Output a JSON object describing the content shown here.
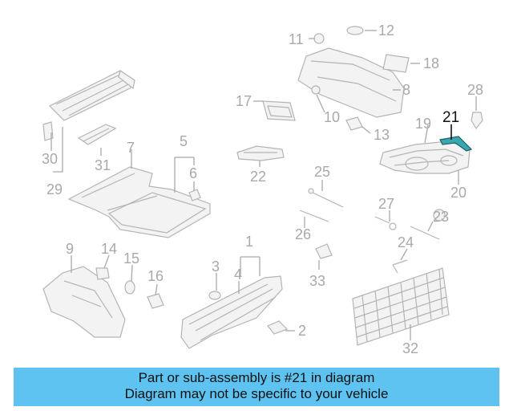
{
  "diagram": {
    "labels": [
      {
        "id": "1",
        "text": "1",
        "highlight": false
      },
      {
        "id": "2",
        "text": "2",
        "highlight": false
      },
      {
        "id": "3",
        "text": "3",
        "highlight": false
      },
      {
        "id": "4",
        "text": "4",
        "highlight": false
      },
      {
        "id": "5",
        "text": "5",
        "highlight": false
      },
      {
        "id": "6",
        "text": "6",
        "highlight": false
      },
      {
        "id": "7",
        "text": "7",
        "highlight": false
      },
      {
        "id": "8",
        "text": "8",
        "highlight": false
      },
      {
        "id": "9",
        "text": "9",
        "highlight": false
      },
      {
        "id": "10",
        "text": "10",
        "highlight": false
      },
      {
        "id": "11",
        "text": "11",
        "highlight": false
      },
      {
        "id": "12",
        "text": "12",
        "highlight": false
      },
      {
        "id": "13",
        "text": "13",
        "highlight": false
      },
      {
        "id": "14",
        "text": "14",
        "highlight": false
      },
      {
        "id": "15",
        "text": "15",
        "highlight": false
      },
      {
        "id": "16",
        "text": "16",
        "highlight": false
      },
      {
        "id": "17",
        "text": "17",
        "highlight": false
      },
      {
        "id": "18",
        "text": "18",
        "highlight": false
      },
      {
        "id": "19",
        "text": "19",
        "highlight": false
      },
      {
        "id": "20",
        "text": "20",
        "highlight": false
      },
      {
        "id": "21",
        "text": "21",
        "highlight": true
      },
      {
        "id": "22",
        "text": "22",
        "highlight": false
      },
      {
        "id": "23",
        "text": "23",
        "highlight": false
      },
      {
        "id": "24",
        "text": "24",
        "highlight": false
      },
      {
        "id": "25",
        "text": "25",
        "highlight": false
      },
      {
        "id": "26",
        "text": "26",
        "highlight": false
      },
      {
        "id": "27",
        "text": "27",
        "highlight": false
      },
      {
        "id": "28",
        "text": "28",
        "highlight": false
      },
      {
        "id": "29",
        "text": "29",
        "highlight": false
      },
      {
        "id": "30",
        "text": "30",
        "highlight": false
      },
      {
        "id": "31",
        "text": "31",
        "highlight": false
      },
      {
        "id": "32",
        "text": "32",
        "highlight": false
      },
      {
        "id": "33",
        "text": "33",
        "highlight": false
      }
    ],
    "colors": {
      "highlight_part": "#3aa7b0",
      "label_normal": "#a9a9a9",
      "label_highlight": "#111111",
      "banner_background": "#5ec3f0"
    }
  },
  "banner": {
    "line1": "Part or sub-assembly is #21 in diagram",
    "line2": "Diagram may not be specific to your vehicle"
  }
}
